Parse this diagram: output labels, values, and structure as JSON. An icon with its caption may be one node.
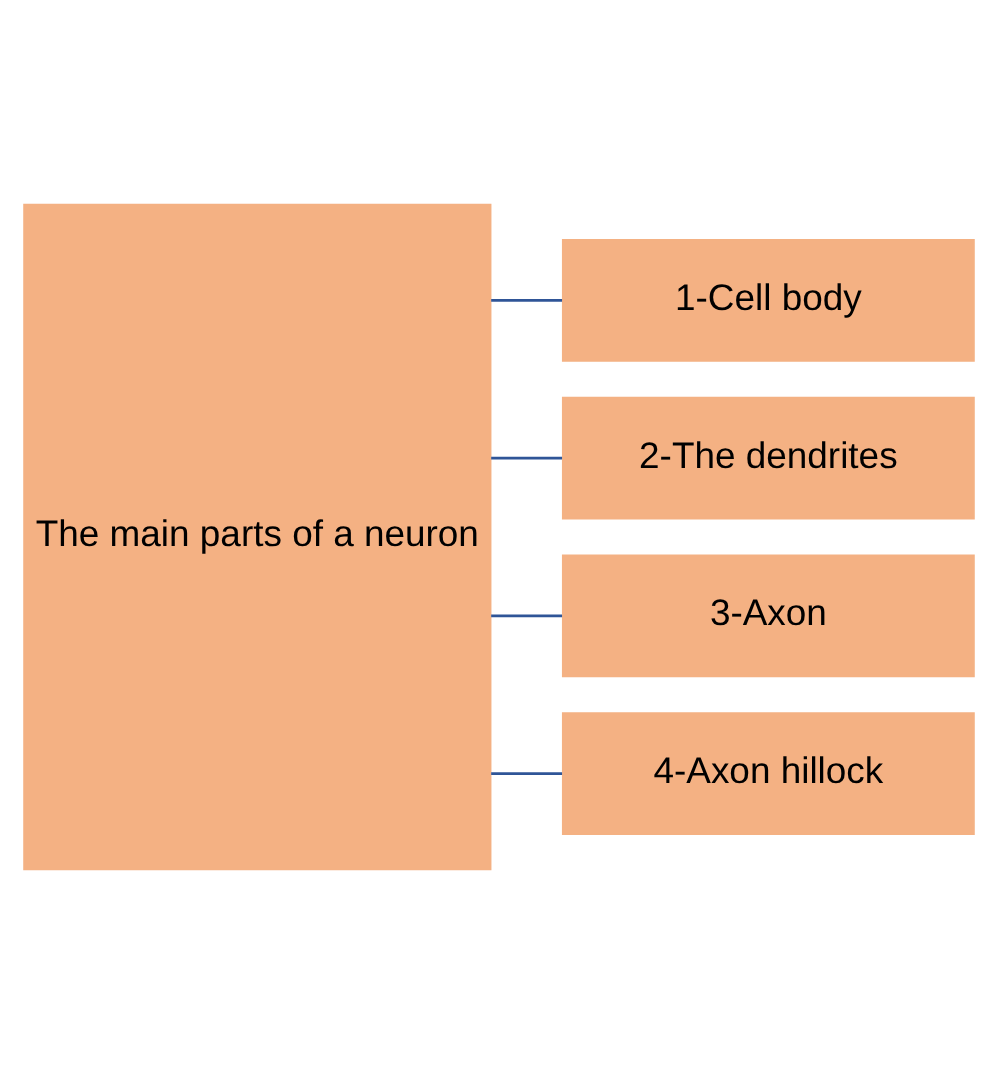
{
  "diagram": {
    "nodes": [
      {
        "text": [
          "The main parts of a neuron"
        ]
      },
      {
        "text": [
          "1-Cell body"
        ]
      },
      {
        "text": [
          "2-The dendrites"
        ]
      },
      {
        "text": [
          "3-Axon"
        ]
      },
      {
        "text": [
          "4-Axon hillock"
        ]
      }
    ],
    "edges": [
      {
        "from": 0,
        "to": 1,
        "arrow": "none"
      },
      {
        "from": 0,
        "to": 2,
        "arrow": "none"
      },
      {
        "from": 0,
        "to": 3,
        "arrow": "none"
      },
      {
        "from": 0,
        "to": 4,
        "arrow": "none"
      }
    ]
  }
}
